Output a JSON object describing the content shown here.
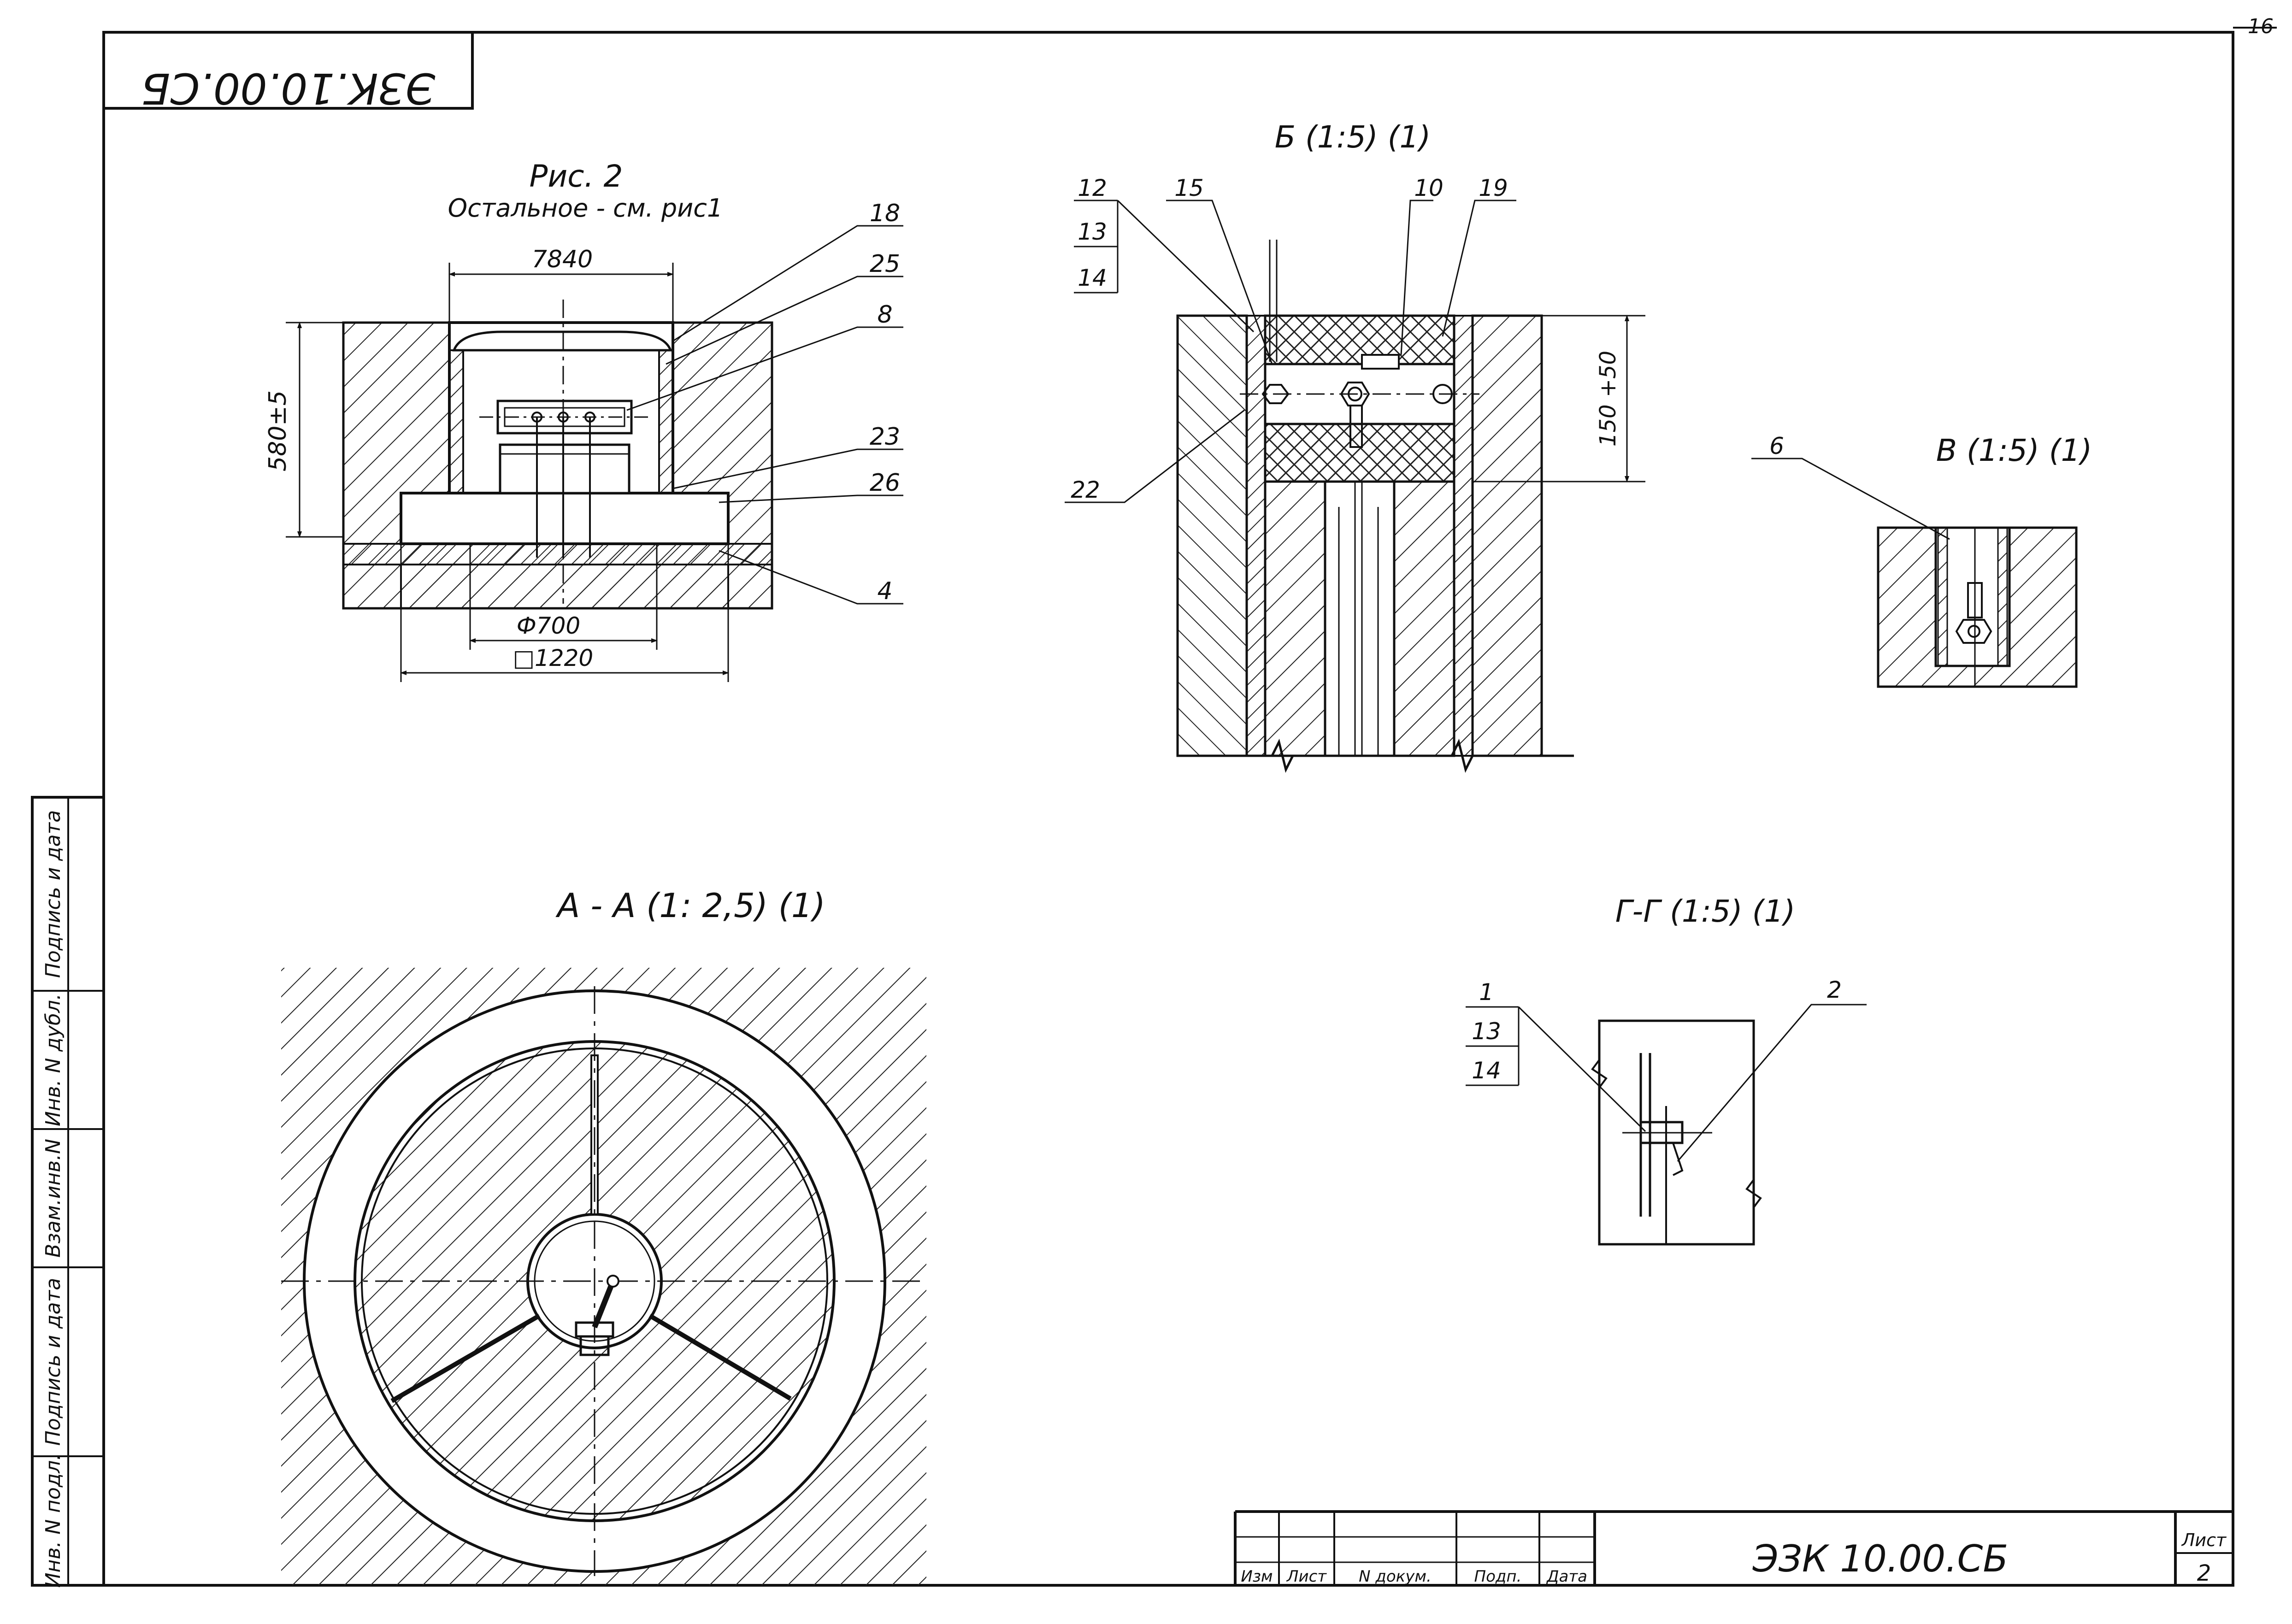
{
  "sheet": {
    "doc_code": "ЭЗК 10.00.СБ",
    "doc_code_mirrored": "ЭЗК.10.00.СБ",
    "page_number": "16",
    "sheet_label": "Лист",
    "sheet_number": "2"
  },
  "title_block": {
    "columns": [
      "Изм",
      "Лист",
      "N докум.",
      "Подп.",
      "Дата"
    ]
  },
  "side_stamp": {
    "cells": [
      "Инв. N подл.",
      "Подпись и дата",
      "Взам.инв.N",
      "Инв. N дубл.",
      "Подпись и дата"
    ]
  },
  "views": {
    "fig2": {
      "title": "Рис. 2",
      "subtitle": "Остальное - см. рис1",
      "dims": {
        "top_width": "7840",
        "height": "580±5",
        "diameter": "Ф700",
        "square": "□1220"
      },
      "callouts": [
        "18",
        "25",
        "8",
        "23",
        "26",
        "4"
      ]
    },
    "viewB": {
      "title": "Б (1:5) (1)",
      "dim": "150 +50",
      "callouts": [
        "12",
        "13",
        "14",
        "15",
        "10",
        "19",
        "22"
      ]
    },
    "viewV": {
      "title": "В (1:5) (1)",
      "callouts": [
        "6"
      ]
    },
    "viewAA": {
      "title": "А - А (1: 2,5) (1)"
    },
    "viewGG": {
      "title": "Г-Г (1:5) (1)",
      "callouts": [
        "1",
        "13",
        "14",
        "2"
      ]
    }
  }
}
